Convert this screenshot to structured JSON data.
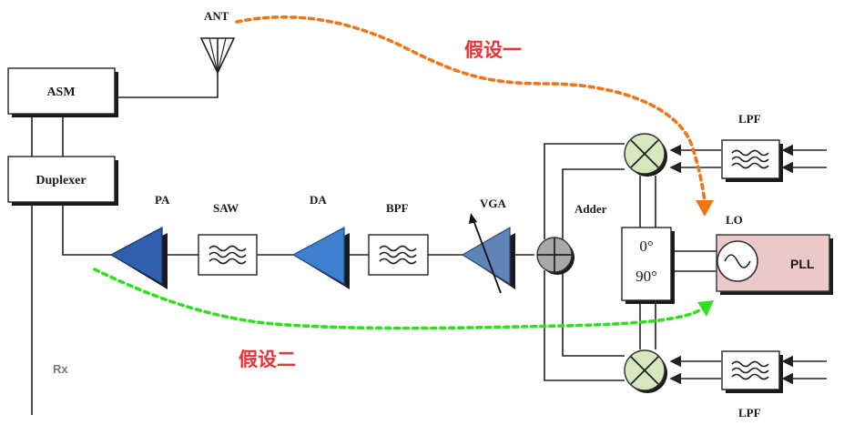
{
  "labels": {
    "ant": "ANT",
    "asm": "ASM",
    "duplexer": "Duplexer",
    "rx": "Rx",
    "pa": "PA",
    "saw": "SAW",
    "da": "DA",
    "bpf": "BPF",
    "vga": "VGA",
    "adder": "Adder",
    "lpf_top": "LPF",
    "lpf_bottom": "LPF",
    "lo": "LO",
    "pll": "PLL",
    "phase_0": "0°",
    "phase_90": "90°"
  },
  "annotations": {
    "hypothesis_1": "假设一",
    "hypothesis_2": "假设二"
  },
  "colors": {
    "hypothesis_1": "#f07418",
    "hypothesis_2": "#33dd22",
    "hypothesis_text": "#e83434",
    "amplifier": "#2f5fae",
    "mixer": "#d6e6bd",
    "adder": "#a8a8a8",
    "pll_fill": "#ecc9c9"
  }
}
